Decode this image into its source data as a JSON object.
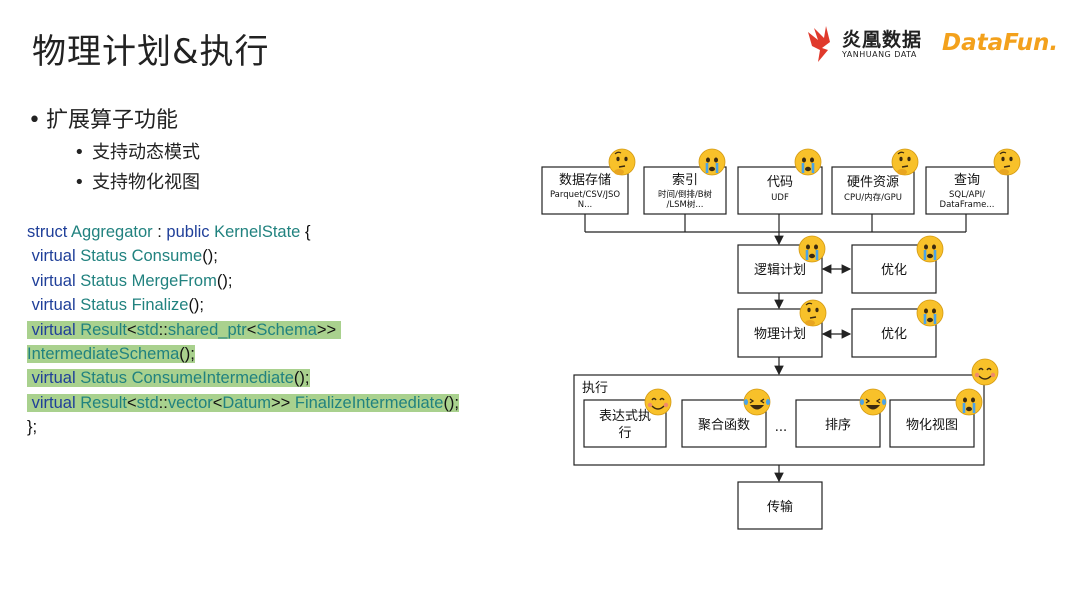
{
  "slide": {
    "title": "物理计划&执行",
    "logos": {
      "yanhuang_cn": "炎凰数据",
      "yanhuang_en": "YANHUANG DATA",
      "datafun": "DataFun."
    },
    "bullets": {
      "main": "扩展算子功能",
      "sub": [
        "支持动态模式",
        "支持物化视图"
      ]
    }
  },
  "code": [
    {
      "highlight": false,
      "tokens": [
        [
          "kw",
          "struct "
        ],
        [
          "ty",
          "Aggregator"
        ],
        [
          "pl",
          " : "
        ],
        [
          "kw",
          "public "
        ],
        [
          "ty",
          "KernelState"
        ],
        [
          "pl",
          " {"
        ]
      ]
    },
    {
      "highlight": false,
      "tokens": [
        [
          "pl",
          " "
        ],
        [
          "kw",
          "virtual "
        ],
        [
          "ty",
          "Status "
        ],
        [
          "ty",
          "Consume"
        ],
        [
          "pl",
          "();"
        ]
      ]
    },
    {
      "highlight": false,
      "tokens": [
        [
          "pl",
          " "
        ],
        [
          "kw",
          "virtual "
        ],
        [
          "ty",
          "Status "
        ],
        [
          "ty",
          "MergeFrom"
        ],
        [
          "pl",
          "();"
        ]
      ]
    },
    {
      "highlight": false,
      "tokens": [
        [
          "pl",
          " "
        ],
        [
          "kw",
          "virtual "
        ],
        [
          "ty",
          "Status "
        ],
        [
          "ty",
          "Finalize"
        ],
        [
          "pl",
          "();"
        ]
      ]
    },
    {
      "highlight": true,
      "tokens": [
        [
          "pl",
          " "
        ],
        [
          "kw",
          "virtual "
        ],
        [
          "ty",
          "Result"
        ],
        [
          "pl",
          "<"
        ],
        [
          "ty",
          "std"
        ],
        [
          "pl",
          "::"
        ],
        [
          "ty",
          "shared_ptr"
        ],
        [
          "pl",
          "<"
        ],
        [
          "ty",
          "Schema"
        ],
        [
          "pl",
          ">> "
        ]
      ]
    },
    {
      "highlight": true,
      "tokens": [
        [
          "ty",
          "IntermediateSchema"
        ],
        [
          "pl",
          "();"
        ]
      ]
    },
    {
      "highlight": true,
      "tokens": [
        [
          "pl",
          " "
        ],
        [
          "kw",
          "virtual "
        ],
        [
          "ty",
          "Status "
        ],
        [
          "ty",
          "ConsumeIntermediate"
        ],
        [
          "pl",
          "();"
        ]
      ]
    },
    {
      "highlight": true,
      "tokens": [
        [
          "pl",
          " "
        ],
        [
          "kw",
          "virtual "
        ],
        [
          "ty",
          "Result"
        ],
        [
          "pl",
          "<"
        ],
        [
          "ty",
          "std"
        ],
        [
          "pl",
          "::"
        ],
        [
          "ty",
          "vector"
        ],
        [
          "pl",
          "<"
        ],
        [
          "ty",
          "Datum"
        ],
        [
          "pl",
          ">> "
        ],
        [
          "ty",
          "FinalizeIntermediate"
        ],
        [
          "pl",
          "();"
        ]
      ]
    },
    {
      "highlight": false,
      "tokens": [
        [
          "pl",
          "};"
        ]
      ]
    }
  ],
  "diagram": {
    "sources": [
      {
        "title": "数据存储",
        "sub": [
          "Parquet/CSV/JSO",
          "N..."
        ],
        "emoji": "thinking"
      },
      {
        "title": "索引",
        "sub": [
          "时间/倒排/B树",
          "/LSM树..."
        ],
        "emoji": "crying"
      },
      {
        "title": "代码",
        "sub": [
          "UDF"
        ],
        "emoji": "crying"
      },
      {
        "title": "硬件资源",
        "sub": [
          "CPU/内存/GPU"
        ],
        "emoji": "thinking"
      },
      {
        "title": "查询",
        "sub": [
          "SQL/API/",
          "DataFrame..."
        ],
        "emoji": "thinking"
      }
    ],
    "logical_plan": "逻辑计划",
    "physical_plan": "物理计划",
    "optimize_1": "优化",
    "optimize_2": "优化",
    "exec_group": "执行",
    "exec_items": [
      "表达式执行",
      "聚合函数",
      "...",
      "排序",
      "物化视图"
    ],
    "transfer": "传输",
    "colors": {
      "highlight": "#a9d18e",
      "keyword": "#1f3f99",
      "type": "#21827f",
      "emoji": "#f8c12a",
      "brand": "#f3a11c"
    }
  }
}
